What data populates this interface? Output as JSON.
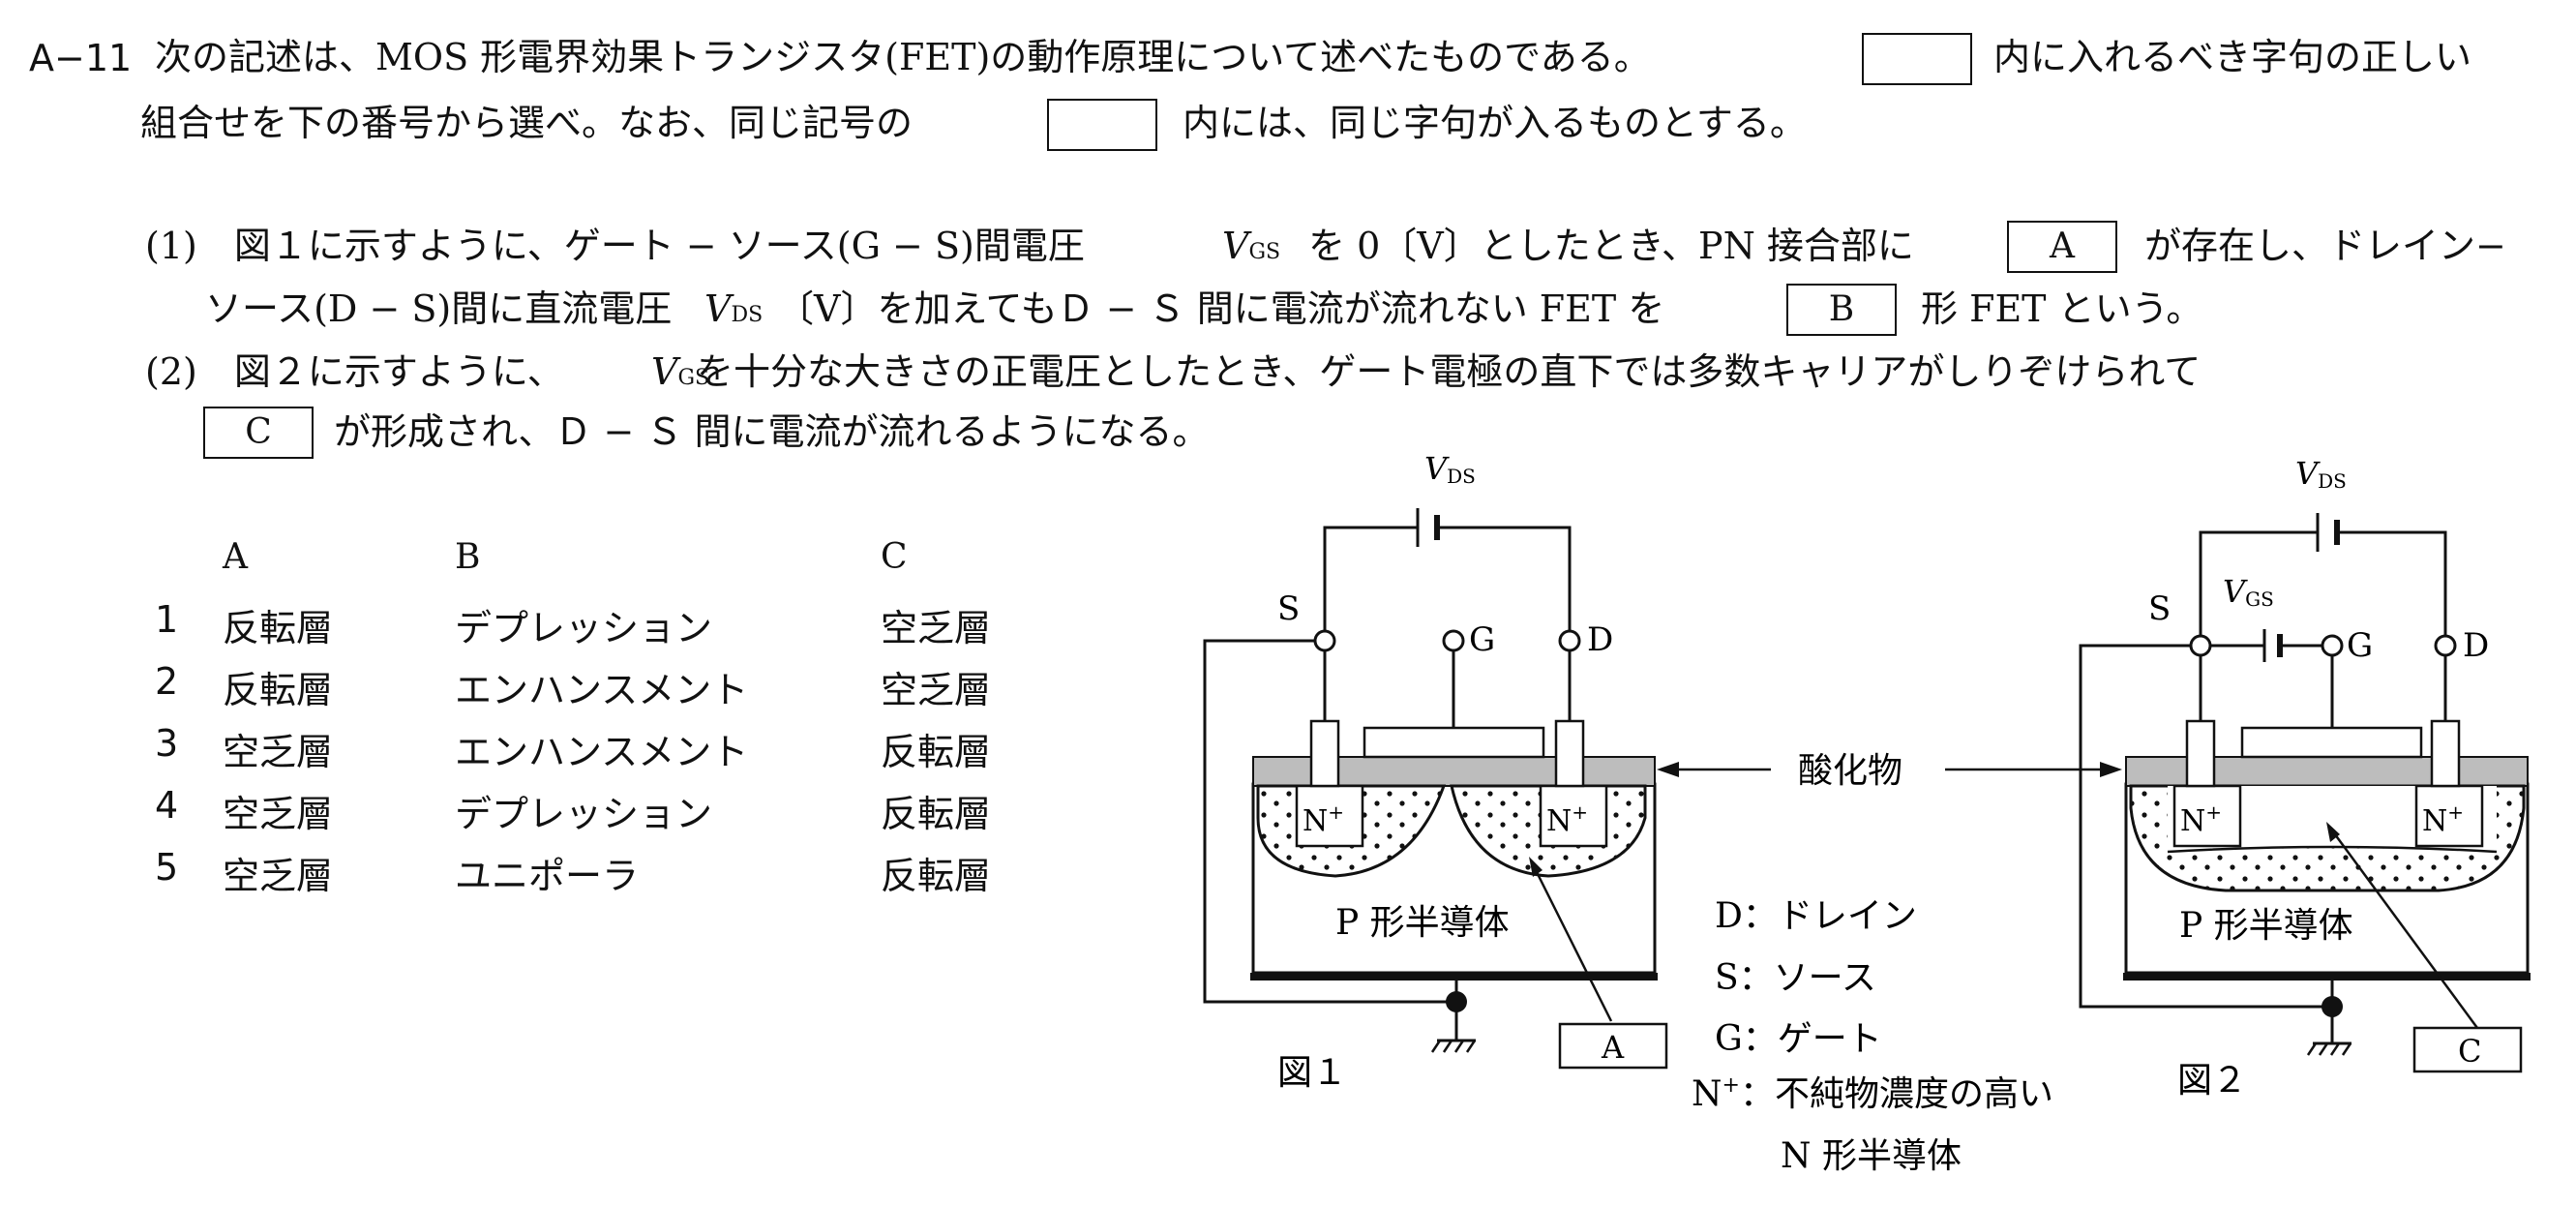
{
  "question": {
    "number": "A−11",
    "line1": "次の記述は、MOS 形電界効果トランジスタ(FET)の動作原理について述べたものである。",
    "line1b": "内に入れるべき字句の正しい",
    "line2": "組合せを下の番号から選べ。なお、同じ記号の",
    "line2b": "内には、同じ字句が入るものとする。"
  },
  "item1": {
    "a": "(1)　図１に示すように、ゲート − ソース(G − S)間電圧",
    "vgs": "V",
    "vgs_sub": "GS",
    "b": "を 0〔V〕としたとき、PN 接合部に",
    "boxA": "A",
    "c": "が存在し、ドレイン−",
    "d": "ソース(D − S)間に直流電圧",
    "vds": "V",
    "vds_sub": "DS",
    "e": "〔V〕を加えてもＤ − Ｓ 間に電流が流れない FET を",
    "boxB": "B",
    "f": "形 FET という。"
  },
  "item2": {
    "a": "(2)　図２に示すように、",
    "vgs": "V",
    "vgs_sub": "GS",
    "b": "を十分な大きさの正電圧としたとき、ゲート電極の直下では多数キャリアがしりぞけられて",
    "boxC": "C",
    "c": "が形成され、Ｄ − Ｓ 間に電流が流れるようになる。"
  },
  "choices": {
    "headers": [
      "A",
      "B",
      "C"
    ],
    "rows": [
      {
        "num": "1",
        "a": "反転層",
        "b": "デプレッション",
        "c": "空乏層"
      },
      {
        "num": "2",
        "a": "反転層",
        "b": "エンハンスメント",
        "c": "空乏層"
      },
      {
        "num": "3",
        "a": "空乏層",
        "b": "エンハンスメント",
        "c": "反転層"
      },
      {
        "num": "4",
        "a": "空乏層",
        "b": "デプレッション",
        "c": "反転層"
      },
      {
        "num": "5",
        "a": "空乏層",
        "b": "ユニポーラ",
        "c": "反転層"
      }
    ]
  },
  "figure": {
    "vds_label": "V",
    "vds_sub": "DS",
    "vgs_label": "V",
    "vgs_sub": "GS",
    "s": "S",
    "g": "G",
    "d": "D",
    "nplus": "N",
    "nplus_sup": "+",
    "substrate": "P 形半導体",
    "oxide": "酸化物",
    "fig1": "図１",
    "fig2": "図２",
    "label_a": "A",
    "label_c": "C",
    "legend": {
      "d": "D：ドレイン",
      "s": "S：ソース",
      "g": "G：ゲート",
      "n_prefix": "N",
      "n_sup": "+",
      "n_text": "：不純物濃度の高い",
      "n_text2": "N 形半導体"
    }
  }
}
